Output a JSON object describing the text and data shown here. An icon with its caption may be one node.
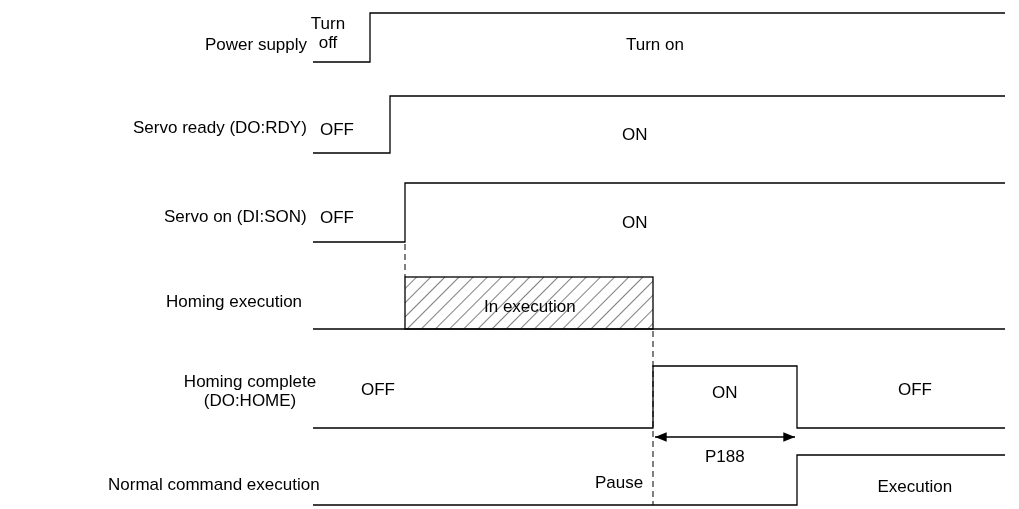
{
  "diagram": {
    "labels": [
      "Power supply",
      "Turn off",
      "Turn on",
      "Servo ready (DO:RDY)",
      "OFF",
      "ON",
      "Servo on (DI:SON)",
      "OFF",
      "ON",
      "Homing execution",
      "In execution",
      "Homing complete (DO:HOME)",
      "OFF",
      "ON",
      "OFF",
      "P188",
      "Normal command execution",
      "Pause",
      "Execution"
    ]
  }
}
